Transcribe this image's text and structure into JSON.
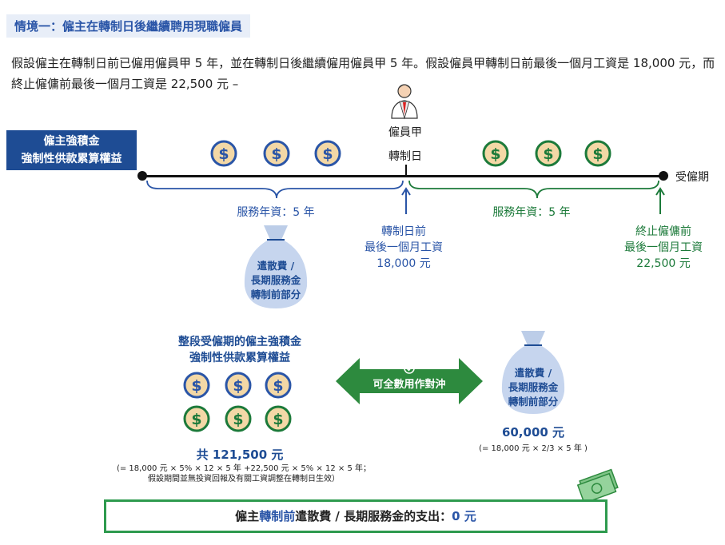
{
  "title": "情境一：僱主在轉制日後繼續聘用現職僱員",
  "intro": "假設僱主在轉制日前已僱用僱員甲 5 年，並在轉制日後繼續僱用僱員甲 5 年。假設僱員甲轉制日前最後一個月工資是 18,000 元，而終止僱傭前最後一個月工資是 22,500 元 –",
  "legend": {
    "line1": "僱主強積金",
    "line2": "強制性供款累算權益"
  },
  "employee": {
    "label": "僱員甲",
    "transition_label": "轉制日"
  },
  "end_label": "受僱期",
  "left_service": "服務年資：5 年",
  "right_service": "服務年資：5 年",
  "before_wage": {
    "line1": "轉制日前",
    "line2": "最後一個月工資",
    "line3": "18,000 元"
  },
  "end_wage": {
    "line1": "終止僱傭前",
    "line2": "最後一個月工資",
    "line3": "22,500 元"
  },
  "bag_text": {
    "line1": "遣散費 /",
    "line2": "長期服務金",
    "line3": "轉制前部分"
  },
  "total_mpf": {
    "line1": "整段受僱期的僱主強積金",
    "line2": "強制性供款累算權益",
    "amount": "共 121,500 元",
    "formula1": "(= 18,000 元 × 5% × 12 × 5 年 +22,500 元 × 5% × 12 × 5 年；",
    "formula2": "假設期間並無投資回報及有關工資調整在轉制日生效）"
  },
  "offset_label": "可全數用作對沖",
  "bag_amount": {
    "amount": "60,000 元",
    "formula": "(= 18,000 元 × 2/3 × 5 年 )"
  },
  "final": {
    "prefix": "僱主",
    "highlight": "轉制前",
    "suffix": "遣散費 / 長期服務金的支出：",
    "amount": "0 元"
  },
  "colors": {
    "blue": "#2a55a7",
    "navy": "#1e4c94",
    "green": "#2e9a4e",
    "coin_blue_ring": "#2a55a7",
    "coin_green_ring": "#1c7a3a",
    "coin_fill": "#f3d8a6"
  }
}
